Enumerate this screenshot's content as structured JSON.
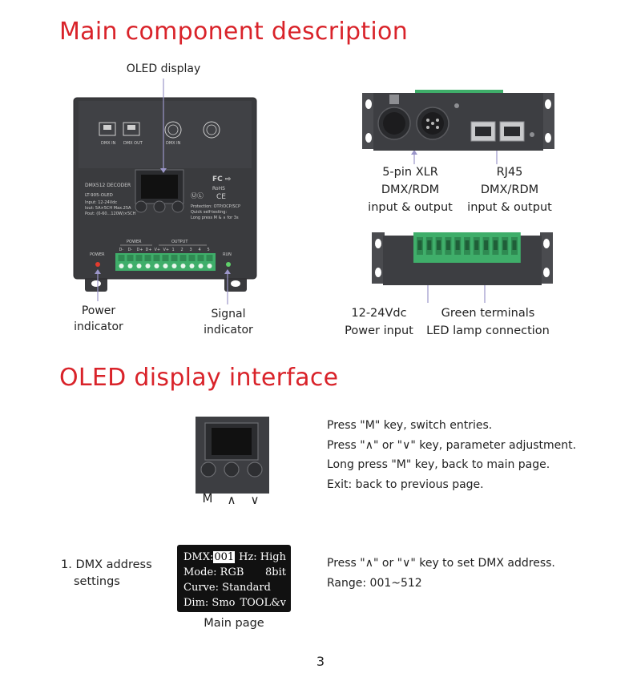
{
  "sections": {
    "components_title": "Main component description",
    "oled_title": "OLED display interface"
  },
  "callouts": {
    "oled_display": "OLED display",
    "power_indicator": [
      "Power",
      "indicator"
    ],
    "signal_indicator": [
      "Signal",
      "indicator"
    ],
    "xlr": [
      "5-pin XLR",
      "DMX/RDM",
      "input & output"
    ],
    "rj45": [
      "RJ45",
      "DMX/RDM",
      "input & output"
    ],
    "power_input": [
      "12-24Vdc",
      "Power input"
    ],
    "green_terminals": [
      "Green terminals",
      "LED lamp connection"
    ]
  },
  "device": {
    "dmx_in": "DMX IN",
    "dmx_out": "DMX OUT",
    "dmx_in2": "DMX IN",
    "model_header": "DMX512 DECODER",
    "model": "LT-905-OLED",
    "spec_input": "Input: 12-24Vdc",
    "spec_iout": "Iout:  5A×5CH  Max.25A",
    "spec_pout": "Pout: (0-60...120W)×5CH",
    "protection": "Protection: OTP/OCP/SCP",
    "quick": "Quick self-testing:",
    "long": "Long press M & ∧ for 3s",
    "power_label": "POWER",
    "output_label": "OUTPUT",
    "power_led": "POWER",
    "run_led": "RUN",
    "terminals": [
      "D-",
      "D-",
      "D+",
      "D+",
      "V+",
      "V+",
      "1",
      "2",
      "3",
      "4",
      "5"
    ]
  },
  "keys": {
    "m": "M",
    "up": "∧",
    "down": "∨"
  },
  "instructions": [
    "Press \"M\" key,  switch entries.",
    "Press \"∧\" or \"∨\" key,  parameter adjustment.",
    "Long press \"M\" key, back to main page.",
    "Exit: back to previous page."
  ],
  "setting": {
    "title": [
      "1. DMX address",
      "settings"
    ],
    "screen": {
      "row1_label": "DMX:",
      "row1_value": "001",
      "row1_right": "Hz: High",
      "row2_left": "Mode: RGB",
      "row2_right": "8bit",
      "row3": "Curve: Standard",
      "row4_left": "Dim: Smo",
      "row4_right": "TOOL&v"
    },
    "caption": "Main page",
    "desc": [
      "Press \"∧\" or \"∨\" key to set DMX address.",
      "Range: 001~512"
    ]
  },
  "page_number": "3",
  "colors": {
    "heading": "#d9232a",
    "arrow": "#9b96c9",
    "terminal": "#3fae6a",
    "device_body": "#3a3b3e"
  }
}
